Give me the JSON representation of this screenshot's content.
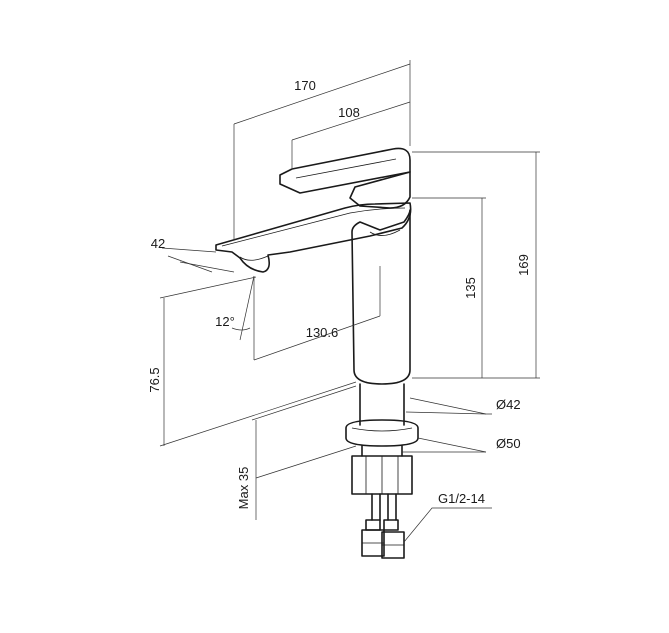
{
  "dimensions": {
    "overall_length": "170",
    "lever_length": "108",
    "spout_width": "42",
    "spout_angle": "12°",
    "reach": "130.6",
    "spout_height": "76.5",
    "body_height": "135",
    "total_height": "169",
    "body_diameter": "Ø42",
    "base_diameter": "Ø50",
    "max_mount": "Max 35",
    "thread": "G1/2-14"
  },
  "colors": {
    "line": "#1a1a1a",
    "background": "#ffffff"
  }
}
